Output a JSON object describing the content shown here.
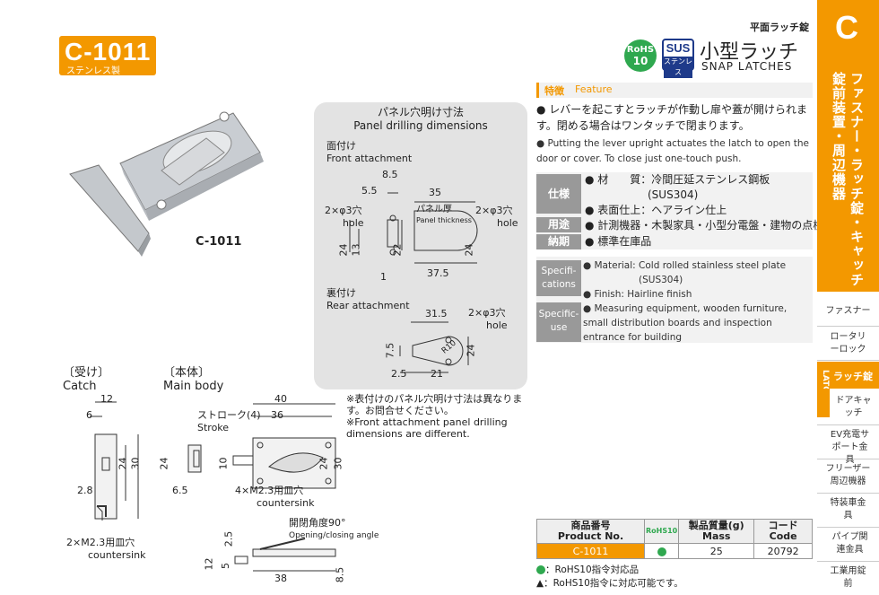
{
  "header": {
    "code": "C-1011",
    "material_sub": "ステンレス製",
    "category_small": "平面ラッチ錠",
    "title_jp": "小型ラッチ",
    "title_en": "SNAP LATCHES",
    "rohs_badge": [
      "RoHS",
      "10"
    ],
    "sus_badge": [
      "SUS",
      "ステンレス"
    ]
  },
  "photo_caption": "C-1011",
  "side": {
    "letter": "C",
    "category": "ファスナー・ラッチ錠・キャッチ錠前装置・周辺機器",
    "items": [
      "ファスナー",
      "ロータリーロック",
      "ラッチ錠",
      "ドアキャッチ",
      "EV充電サポート金具",
      "フリーザー周辺機器",
      "特装車金具",
      "パイプ関連金具",
      "工業用錠前"
    ],
    "latches_tag": "LATCHES"
  },
  "drilling": {
    "title_jp": "パネル穴明け寸法",
    "title_en": "Panel drilling dimensions",
    "front_jp": "面付け",
    "front_en": "Front attachment",
    "rear_jp": "裏付け",
    "rear_en": "Rear attachment",
    "hole_left": "2×φ3穴",
    "hole_right": "2×φ3穴",
    "hole_rear": "2×φ3穴",
    "hole_en": "hole",
    "panel_jp": "パネル厚",
    "panel_en": "Panel thickness",
    "dims_front": [
      "8.5",
      "5.5",
      "35",
      "24",
      "13",
      "22",
      "24",
      "37.5",
      "1"
    ],
    "dims_rear": [
      "31.5",
      "7.5",
      "24",
      "2.5",
      "21",
      "R10"
    ]
  },
  "notes": {
    "jp": "※表付けのパネル穴明け寸法は異なります。お問合せください。",
    "en": "※Front attachment panel drilling dimensions are different."
  },
  "catch": {
    "jp": "〔受け〕",
    "en": "Catch",
    "dims": [
      "12",
      "6",
      "24",
      "30",
      "2.8"
    ],
    "countersink_jp": "2×M2.3用皿穴",
    "countersink_en": "countersink"
  },
  "main_body": {
    "jp": "〔本体〕",
    "en": "Main body",
    "stroke_jp": "ストローク(4)",
    "stroke_en": "Stroke",
    "dims": [
      "40",
      "36",
      "24",
      "10",
      "24",
      "30",
      "6.5"
    ],
    "countersink_jp": "4×M2.3用皿穴",
    "countersink_en": "countersink",
    "angle_jp": "開閉角度90°",
    "angle_en": "Opening/closing angle",
    "side_dims": [
      "2.5",
      "5",
      "12",
      "38",
      "8.5"
    ]
  },
  "feature": {
    "head_jp": "特徴",
    "head_en": "Feature",
    "jp": "レバーを起こすとラッチが作動し扉や蓋が開けられます。閉める場合はワンタッチで閉まります。",
    "en": "Putting the lever upright actuates the latch to open the door or cover. To close just one-touch push."
  },
  "spec": {
    "label_jp": "仕様",
    "material": "材　　質：冷間圧延ステンレス鋼板",
    "material2": "(SUS304)",
    "finish": "表面仕上：ヘアライン仕上",
    "use_label": "用途",
    "use": "計測機器・木製家具・小型分電盤・建物の点検口",
    "delivery_label": "納期",
    "delivery": "標準在庫品",
    "label_en": "Specifi-cations",
    "material_en": "Material: Cold rolled stainless steel plate",
    "material2_en": "(SUS304)",
    "finish_en": "Finish: Hairline finish",
    "use_label_en": "Specific-use",
    "use_en": "Measuring equipment, wooden furniture, small distribution boards and inspection entrance for building"
  },
  "table": {
    "headers": [
      "商品番号 Product No.",
      "RoHS10",
      "製品質量(g) Mass",
      "コード Code"
    ],
    "h_jp": [
      "商品番号",
      "製品質量(g)",
      "コード"
    ],
    "h_en": [
      "Product No.",
      "Mass",
      "Code"
    ],
    "row": {
      "product": "C-1011",
      "mass": "25",
      "code": "20792"
    }
  },
  "legend": {
    "dot": "：RoHS10指令対応品",
    "tri": "：RoHS10指令に対応可能です。"
  },
  "colors": {
    "accent": "#f39800",
    "rohs": "#2fa84f",
    "sus": "#1e3a8a"
  }
}
